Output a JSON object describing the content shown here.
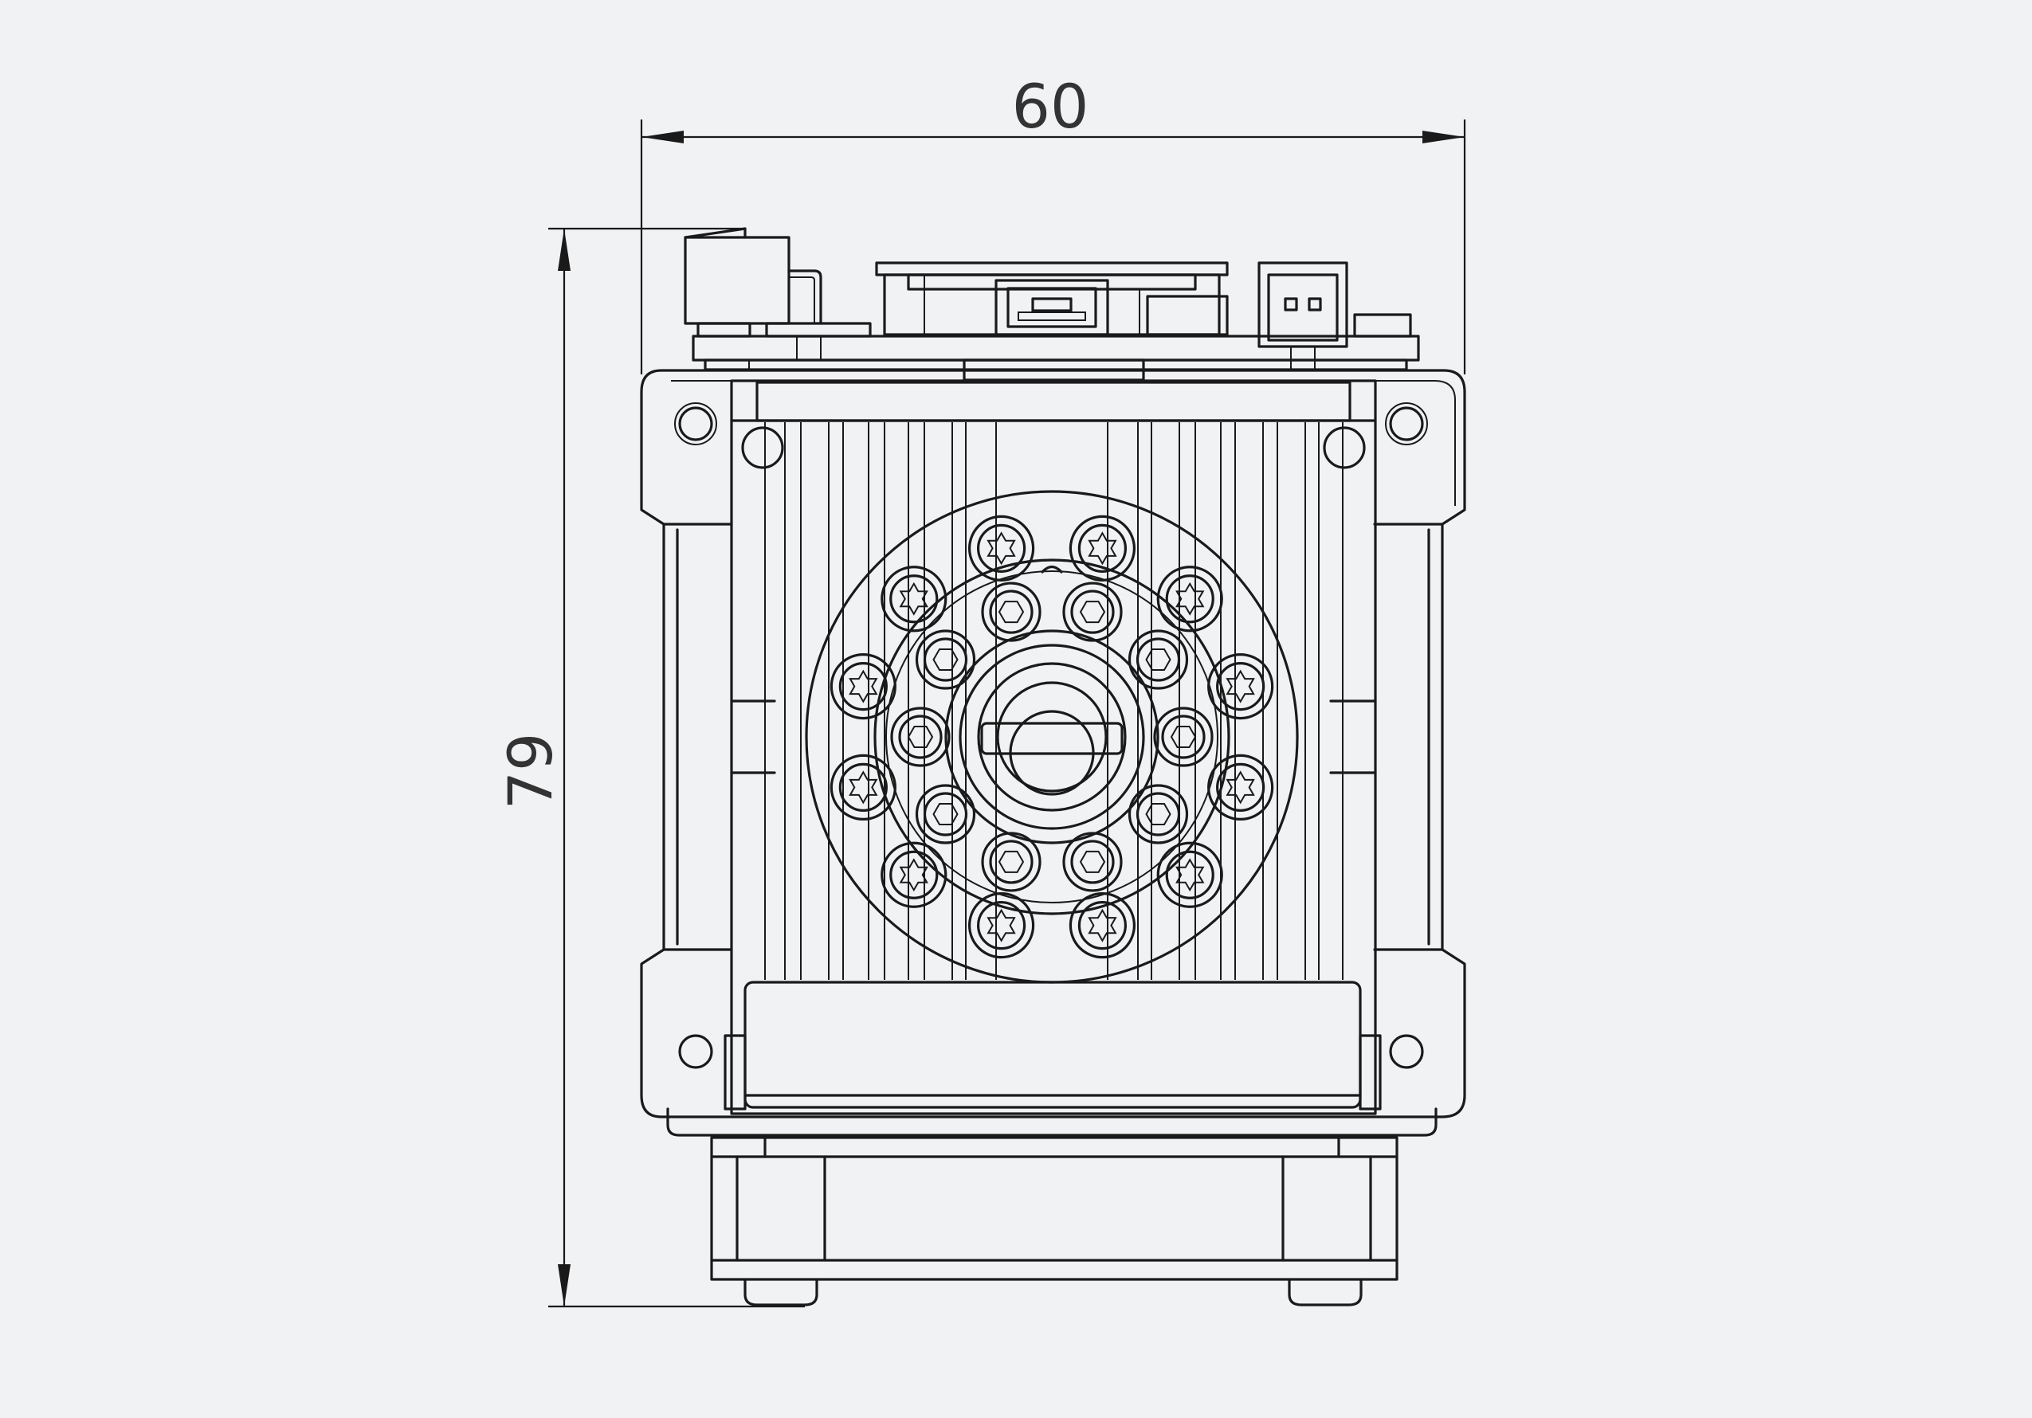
{
  "dimensions": {
    "width_label": "60",
    "height_label": "79"
  },
  "colors": {
    "background": "#f0f2f4",
    "line": "#1a1a1a",
    "dimension_text": "#333333"
  },
  "flange": {
    "outer_screw_count": 12,
    "inner_screw_count": 10
  }
}
